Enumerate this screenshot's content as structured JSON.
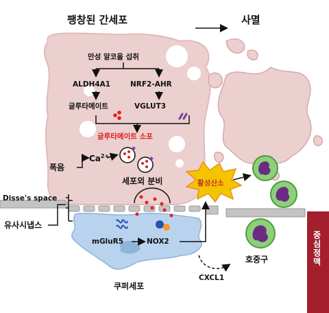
{
  "header": {
    "swollen_hepatocyte": "팽창된 간세포",
    "death": "사멸"
  },
  "hepatocyte": {
    "chronic_alcohol": "만성 알코올 섭취",
    "aldh4a1": "ALDH4A1",
    "nrf2_ahr": "NRF2-AHR",
    "glutamate": "글루타메이트",
    "vglut3": "VGLUT3",
    "glutamate_vesicle": "글루타메이트 소포",
    "binge": "폭음",
    "calcium": "Ca",
    "calcium_charge": "2+",
    "exocytosis": "세포외 분비"
  },
  "labels": {
    "disse_space": "Disse's space",
    "pseudosynapse": "유사시냅스",
    "mglur5": "mGluR5",
    "nox2": "NOX2",
    "ros": "활성산소",
    "cxcl1": "CXCL1",
    "neutrophil": "호중구",
    "kupffer_cell": "쿠퍼세포",
    "central_vein": "중심정맥"
  },
  "colors": {
    "hepatocyte_fill": "#eccfcf",
    "hepatocyte_edge": "#e2b9b9",
    "glutamate_red": "#e0201e",
    "vglut3_purple": "#7b3fa3",
    "kupffer_blue": "#b9d3ee",
    "ros_burst": "#f5c400",
    "neutrophil_green": "#8cd07a",
    "neutrophil_nucleus": "#6a2c82",
    "vein_red": "#a31f2d",
    "sinusoid_gray": "#bdbdbd"
  }
}
